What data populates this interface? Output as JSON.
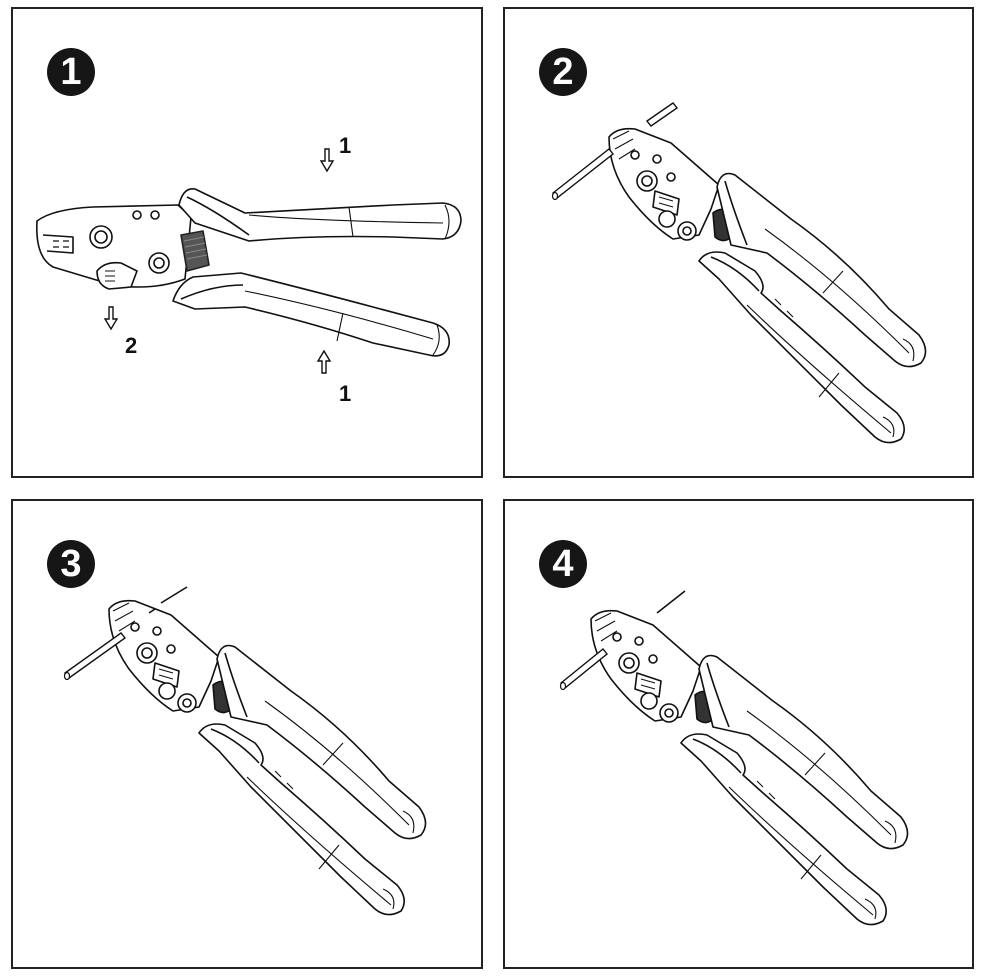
{
  "panels": [
    {
      "step": "1",
      "labels": {
        "press_top": "1",
        "press_bottom": "1",
        "release": "2"
      }
    },
    {
      "step": "2"
    },
    {
      "step": "3"
    },
    {
      "step": "4"
    }
  ],
  "colors": {
    "line": "#111111",
    "badge": "#161616",
    "spring": "#555555",
    "paper": "#ffffff"
  }
}
